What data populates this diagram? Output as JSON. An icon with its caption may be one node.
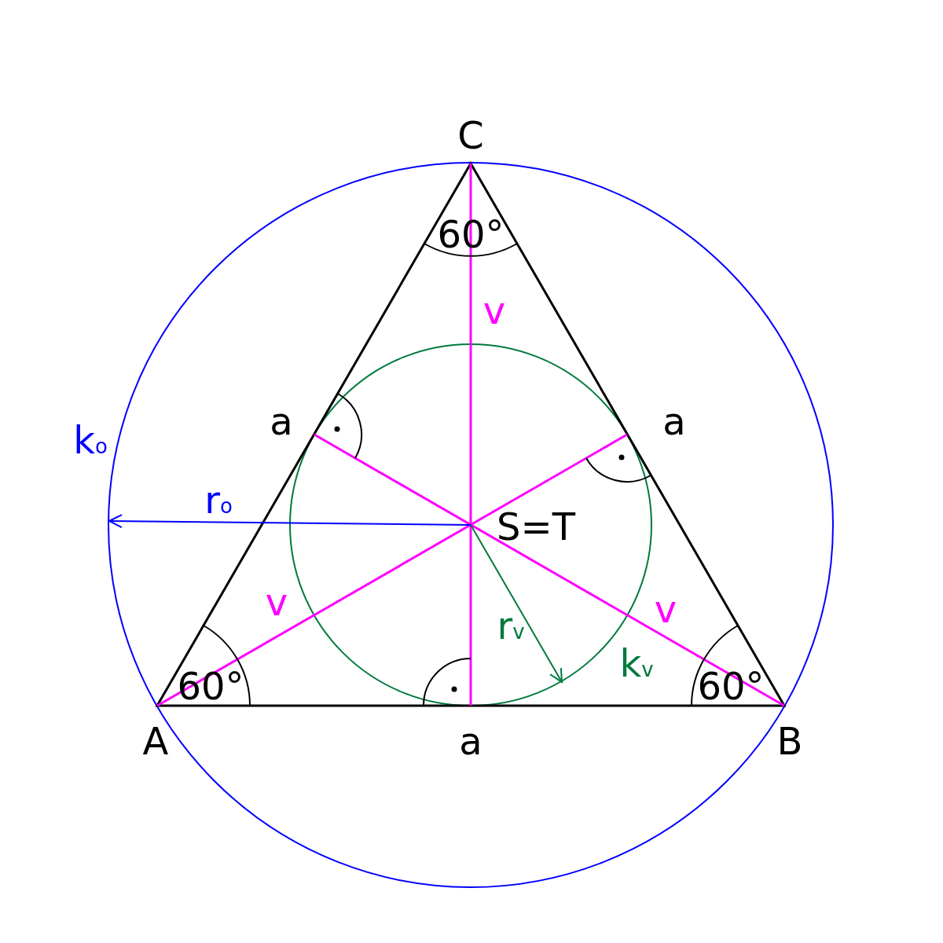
{
  "diagram": {
    "labels": [
      "C",
      "60°",
      "v",
      "a",
      "a",
      "k$_{o}$",
      "r$_{o}$",
      "S=T",
      "v",
      "v",
      "r$_{v}$",
      "k$_{v}$",
      "60°",
      "A",
      "a",
      "60°",
      "B"
    ]
  }
}
